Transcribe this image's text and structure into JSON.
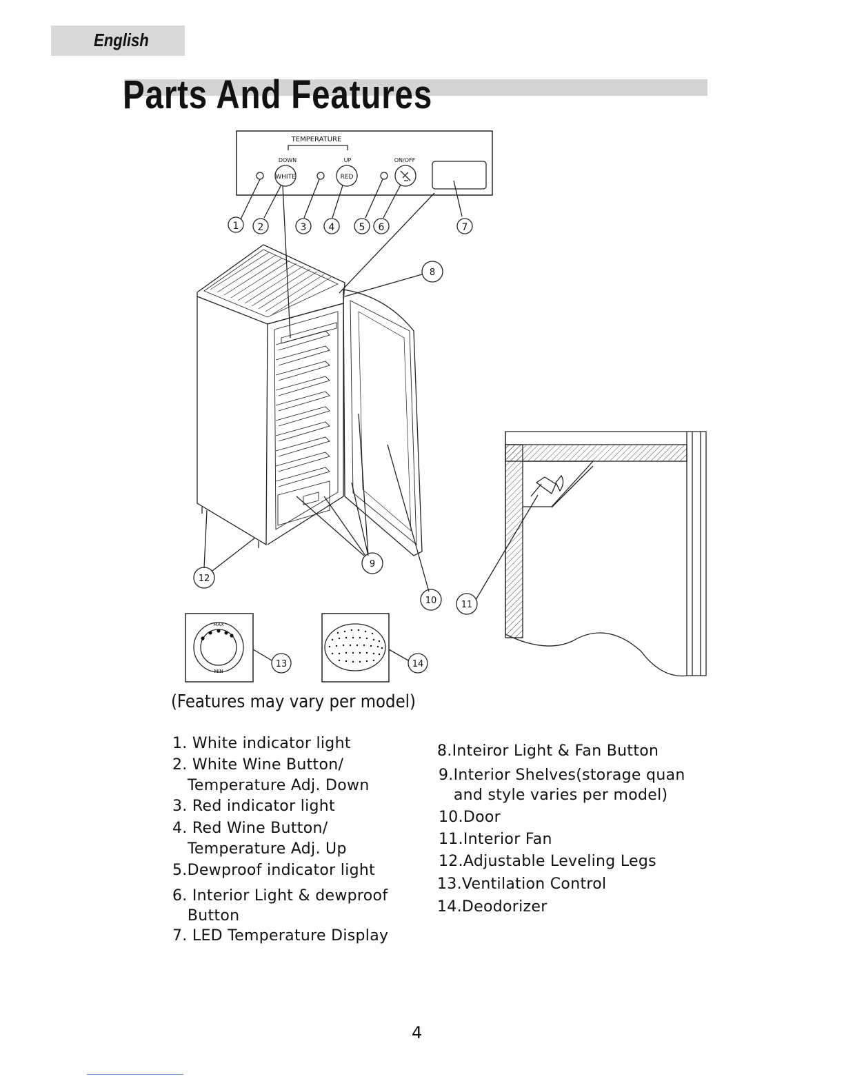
{
  "header": {
    "language": "English",
    "title": "Parts And  Features"
  },
  "panel": {
    "temperature_label": "TEMPERATURE",
    "down_label": "DOWN",
    "up_label": "UP",
    "onoff_label": "ON/OFF",
    "white_button": "WHITE",
    "red_button": "RED"
  },
  "dial": {
    "max_label": "MAX",
    "min_label": "MIN"
  },
  "callouts": [
    "1",
    "2",
    "3",
    "4",
    "5",
    "6",
    "7",
    "8",
    "9",
    "10",
    "11",
    "12",
    "13",
    "14"
  ],
  "note": "(Features may vary per model)",
  "left_list": [
    "1. White  indicator light",
    "2. White Wine Button/",
    "   Temperature Adj. Down",
    "3. Red  indicator light",
    "4. Red Wine Button/",
    "   Temperature Adj. Up",
    "5.Dewproof indicator light",
    "6. Interior Light & dewproof",
    "   Button",
    "7. LED Temperature Display"
  ],
  "right_list": [
    "8.Inteiror Light & Fan Button",
    "9.Interior Shelves(storage quan",
    "   and style varies per model)",
    "10.Door",
    "11.Interior Fan",
    "12.Adjustable Leveling Legs",
    "13.Ventilation Control",
    "14.Deodorizer"
  ],
  "page_number": "4"
}
